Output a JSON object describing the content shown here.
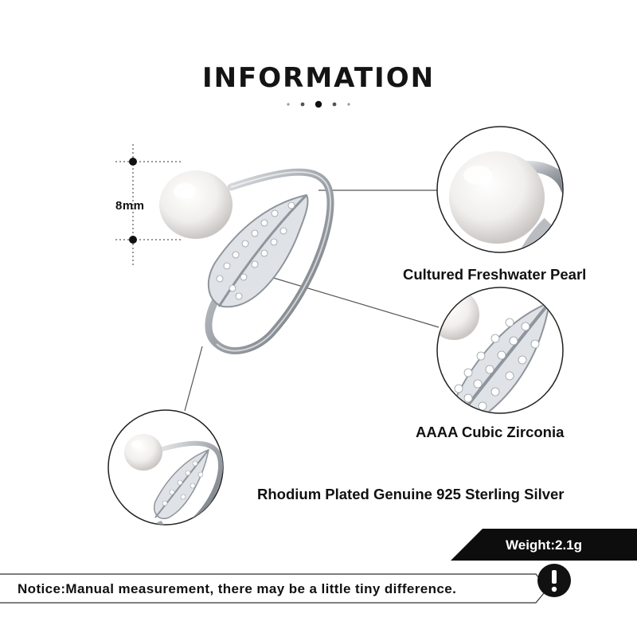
{
  "header": {
    "title": "INFORMATION"
  },
  "dimension": {
    "pearl_size": "8mm"
  },
  "features": [
    {
      "label": "Cultured Freshwater Pearl"
    },
    {
      "label": "AAAA Cubic Zirconia"
    },
    {
      "label": "Rhodium Plated Genuine 925 Sterling Silver"
    }
  ],
  "weight": {
    "text": "Weight:2.1g"
  },
  "notice": {
    "text": "Notice:Manual measurement, there may be a little tiny difference."
  },
  "icons": {
    "notice": "exclamation-circle-icon",
    "carousel": "page-dots-icon"
  },
  "colors": {
    "text": "#111111",
    "banner": "#0d0d0d",
    "silver": "#a8acb2",
    "pearl": "#f2f0ee",
    "line": "#555555"
  }
}
